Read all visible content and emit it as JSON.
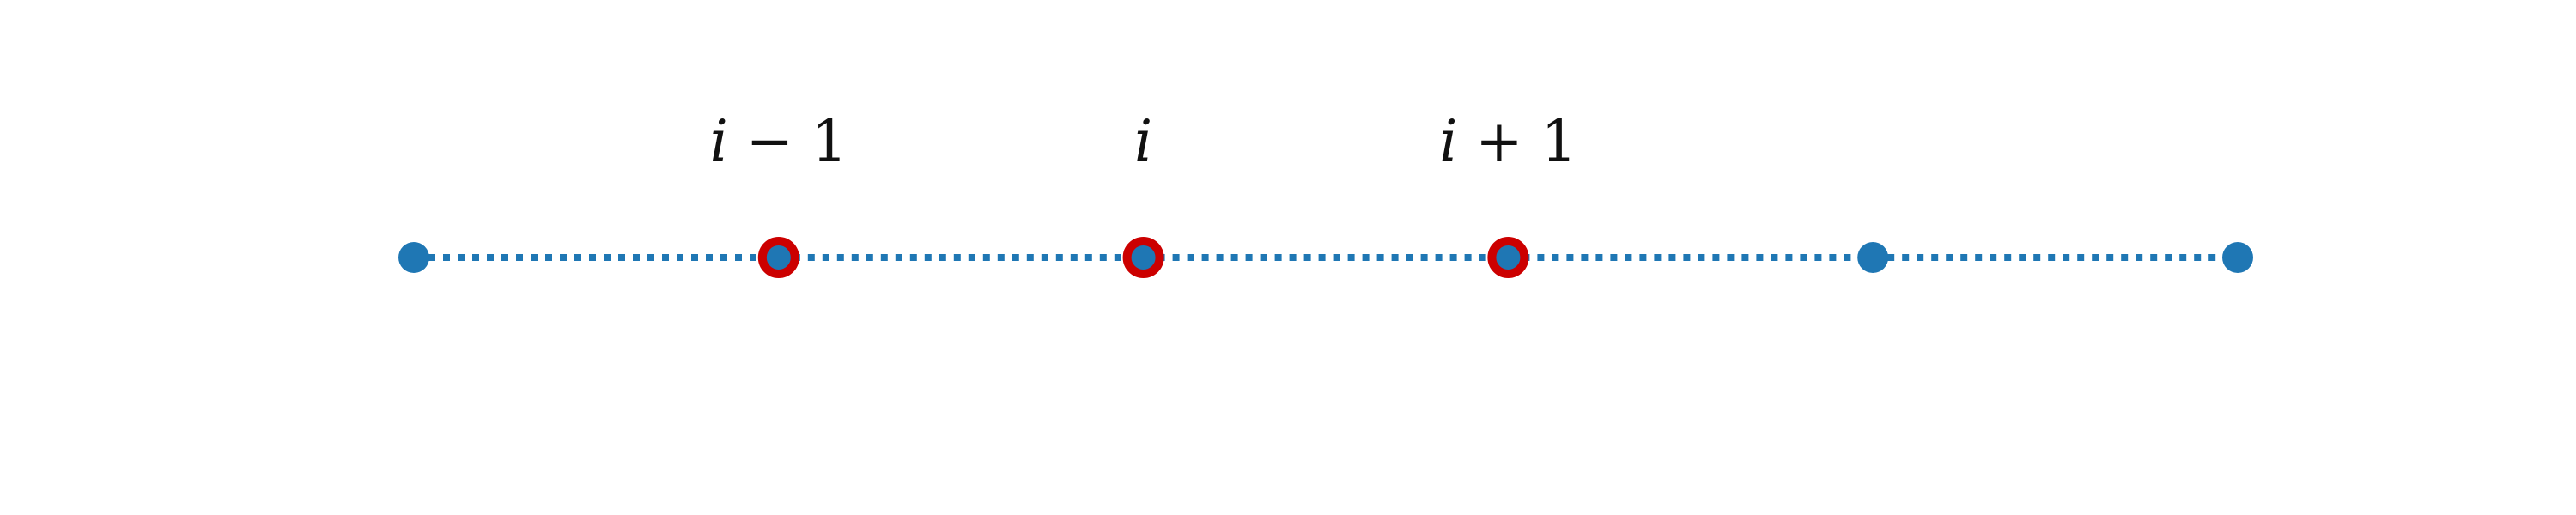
{
  "diagram": {
    "type": "1d-grid",
    "line_style": "dotted",
    "colors": {
      "line": "#1f77b4",
      "node_fill": "#1f77b4",
      "highlight_ring": "#cc0000",
      "label_text": "#111111"
    },
    "nodes": [
      {
        "id": "node-1",
        "label": "",
        "highlighted": false
      },
      {
        "id": "node-2",
        "label": "i − 1",
        "highlighted": true
      },
      {
        "id": "node-3",
        "label": "i",
        "highlighted": true
      },
      {
        "id": "node-4",
        "label": "i + 1",
        "highlighted": true
      },
      {
        "id": "node-5",
        "label": "",
        "highlighted": false
      },
      {
        "id": "node-6",
        "label": "",
        "highlighted": false
      }
    ]
  }
}
